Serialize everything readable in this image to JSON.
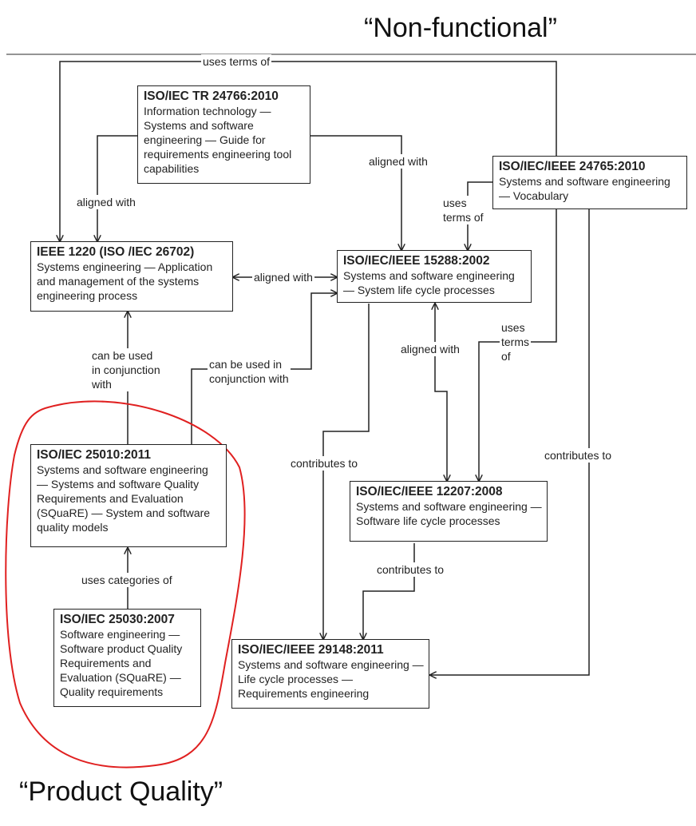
{
  "header": {
    "title": "“Non-functional”"
  },
  "footer": {
    "caption": "“Product Quality”"
  },
  "boxes": {
    "iso24766": {
      "title": "ISO/IEC TR 24766:2010",
      "desc": "Information technology — Systems and software engineering — Guide for requirements engineering tool capabilities"
    },
    "iso24765": {
      "title": "ISO/IEC/IEEE 24765:2010",
      "desc": "Systems and software engineering — Vocabulary"
    },
    "ieee1220": {
      "title": "IEEE 1220 (ISO /IEC 26702)",
      "desc": "Systems engineering — Application and management of the systems engineering process"
    },
    "iso15288": {
      "title": "ISO/IEC/IEEE 15288:2002",
      "desc": "Systems and software engineering — System life cycle processes"
    },
    "iso25010": {
      "title": "ISO/IEC 25010:2011",
      "desc": "Systems and software engineering — Systems and software Quality Requirements and Evaluation (SQuaRE) — System and software quality models"
    },
    "iso12207": {
      "title": "ISO/IEC/IEEE 12207:2008",
      "desc": "Systems and software engineering — Software life cycle processes"
    },
    "iso25030": {
      "title": "ISO/IEC 25030:2007",
      "desc": "Software engineering — Software product Quality Requirements and Evaluation (SQuaRE) — Quality requirements"
    },
    "iso29148": {
      "title": "ISO/IEC/IEEE 29148:2011",
      "desc": "Systems and software engineering — Life cycle processes — Requirements engineering"
    }
  },
  "edge_labels": {
    "uses_terms_top": "uses terms of",
    "aligned_left": "aligned with",
    "aligned_right": "aligned with",
    "uses_terms_mid": "uses\nterms of",
    "aligned_center": "aligned with",
    "can_be_used_left": "can be used\nin conjunction\nwith",
    "can_be_used_right": "can be used in\nconjunction with",
    "aligned_lower": "aligned with",
    "uses_terms_right": "uses\nterms\nof",
    "contributes_left": "contributes to",
    "contributes_right": "contributes to",
    "contributes_bottom": "contributes to",
    "uses_categories": "uses categories of"
  },
  "colors": {
    "highlight": "#e02020",
    "line": "#222222"
  }
}
